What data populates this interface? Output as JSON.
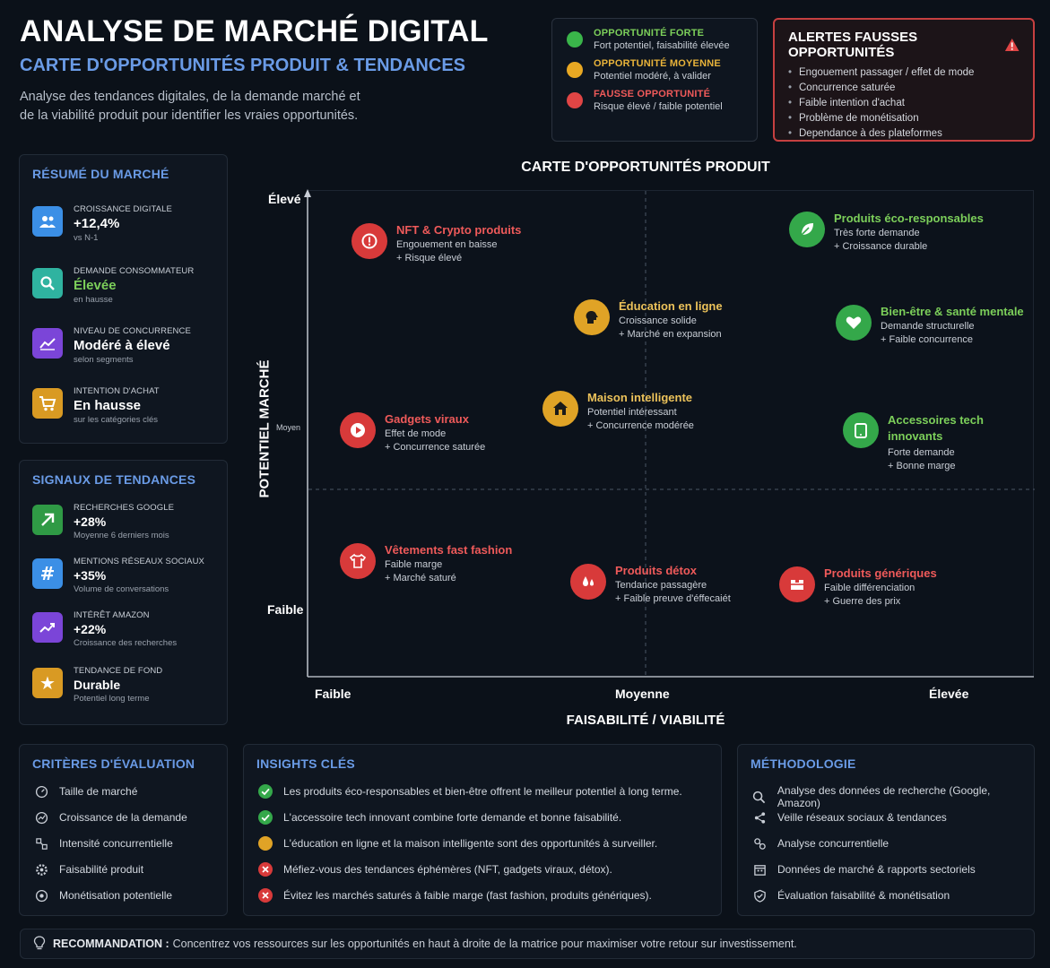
{
  "header": {
    "title": "ANALYSE DE MARCHÉ DIGITAL",
    "subtitle": "CARTE D'OPPORTUNITÉS PRODUIT & TENDANCES",
    "intro_line1": "Analyse des tendances digitales, de la demande marché et",
    "intro_line2": "de la viabilité produit pour identifier les vraies opportunités."
  },
  "legend": [
    {
      "label": "OPPORTUNITÉ FORTE",
      "desc": "Fort potentiel, faisabilité élevée",
      "color": "#3ab54a"
    },
    {
      "label": "OPPORTUNITÉ MOYENNE",
      "desc": "Potentiel modéré, à valider",
      "color": "#e8a823"
    },
    {
      "label": "FAUSSE OPPORTUNITÉ",
      "desc": "Risque élevé / faible potentiel",
      "color": "#e04545"
    }
  ],
  "alerts": {
    "title": "ALERTES FAUSSES OPPORTUNITÉS",
    "items": [
      "Engouement passager / effet de mode",
      "Concurrence saturée",
      "Faible intention d'achat",
      "Problème de monétisation",
      "Dependance à des plateformes"
    ]
  },
  "market_summary": {
    "title": "RÉSUMÉ DU MARCHÉ",
    "items": [
      {
        "label": "CROISSANCE DIGITALE",
        "value": "+12,4%",
        "note": "vs N-1",
        "icon": "users-icon",
        "color": "#3b8fe6"
      },
      {
        "label": "DEMANDE CONSOMMATEUR",
        "value": "Élevée",
        "note": "en hausse",
        "icon": "search-icon",
        "color": "#2fb3a0"
      },
      {
        "label": "NIVEAU DE CONCURRENCE",
        "value": "Modéré à élevé",
        "note": "selon segments",
        "icon": "chart-line-icon",
        "color": "#7b45d8"
      },
      {
        "label": "INTENTION D'ACHAT",
        "value": "En hausse",
        "note": "sur les catégories clés",
        "icon": "cart-icon",
        "color": "#d99a23"
      }
    ]
  },
  "trend_signals": {
    "title": "SIGNAUX DE TENDANCES",
    "items": [
      {
        "label": "RECHERCHES GOOGLE",
        "value": "+28%",
        "note": "Moyenne 6 derniers mois",
        "icon": "arrow-up-right-icon",
        "color": "#2f9a45"
      },
      {
        "label": "MENTIONS RÉSEAUX SOCIAUX",
        "value": "+35%",
        "note": "Volume de conversations",
        "icon": "hashtag-icon",
        "color": "#3b8fe6"
      },
      {
        "label": "INTÉRÊT AMAZON",
        "value": "+22%",
        "note": "Croissance des recherches",
        "icon": "trend-up-icon",
        "color": "#7b45d8"
      },
      {
        "label": "TENDANCE DE FOND",
        "value": "Durable",
        "note": "Potentiel long terme",
        "icon": "star-icon",
        "color": "#d99a23"
      }
    ]
  },
  "matrix": {
    "title": "CARTE D'OPPORTUNITÉS PRODUIT",
    "y_axis_label": "POTENTIEL MARCHÉ",
    "x_axis_label": "FAISABILITÉ / VIABILITÉ",
    "y_ticks": {
      "high": "Élevé",
      "mid": "Moyen",
      "low": "Faible"
    },
    "x_ticks": {
      "low": "Faible",
      "mid": "Moyenne",
      "high": "Élevée"
    }
  },
  "opportunities": [
    {
      "name": "NFT & Crypto produits",
      "d1": "Engouement en baisse",
      "d2": "+ Risque élevé",
      "status": "fausse",
      "icon": "alert-circle-icon"
    },
    {
      "name": "Produits éco-responsables",
      "d1": "Très forte demande",
      "d2": "+ Croissance durable",
      "status": "forte",
      "icon": "leaf-icon"
    },
    {
      "name": "Éducation en ligne",
      "d1": "Croissance solide",
      "d2": "+ Marché en expansion",
      "status": "moyenne",
      "icon": "brain-head-icon"
    },
    {
      "name": "Bien-être & santé mentale",
      "d1": "Demande structurelle",
      "d2": "+ Faible concurrence",
      "status": "forte",
      "icon": "heart-icon"
    },
    {
      "name": "Gadgets viraux",
      "d1": "Effet de mode",
      "d2": "+ Concurrence saturée",
      "status": "fausse",
      "icon": "play-icon"
    },
    {
      "name": "Maison intelligente",
      "d1": "Potentiel intéressant",
      "d2": "+ Concurrence modérée",
      "status": "moyenne",
      "icon": "home-icon"
    },
    {
      "name": "Accessoires tech innovants",
      "d1": "Forte demande",
      "d2": "+ Bonne marge",
      "status": "forte",
      "icon": "tablet-icon"
    },
    {
      "name": "Vêtements fast fashion",
      "d1": "Faible marge",
      "d2": "+ Marché saturé",
      "status": "fausse",
      "icon": "shirt-icon"
    },
    {
      "name": "Produits détox",
      "d1": "Tendance passagère",
      "d2": "+ Faible preuve d'éffecaiét",
      "status": "fausse",
      "icon": "drops-icon"
    },
    {
      "name": "Produits génériques",
      "d1": "Faible différenciation",
      "d2": "+ Guerre des prix",
      "status": "fausse",
      "icon": "box-icon"
    }
  ],
  "criteria": {
    "title": "CRITÈRES D'ÉVALUATION",
    "items": [
      "Taille de marché",
      "Croissance de la demande",
      "Intensité concurrentielle",
      "Faisabilité produit",
      "Monétisation potentielle"
    ]
  },
  "insights": {
    "title": "INSIGHTS CLÉS",
    "items": [
      {
        "text": "Les produits éco-responsables et bien-être offrent le meilleur potentiel à long terme.",
        "status": "check"
      },
      {
        "text": "L'accessoire tech innovant combine forte demande et bonne faisabilité.",
        "status": "check"
      },
      {
        "text": "L'éducation en ligne et la maison intelligente sont des opportunités à surveiller.",
        "status": "watch"
      },
      {
        "text": "Méfiez-vous des tendances éphémères (NFT, gadgets viraux, détox).",
        "status": "cross"
      },
      {
        "text": "Évitez les marchés saturés à faible marge (fast fashion, produits génériques).",
        "status": "cross"
      }
    ]
  },
  "methodology": {
    "title": "MÉTHODOLOGIE",
    "items": [
      "Analyse des données de recherche (Google, Amazon)",
      "Veille réseaux sociaux & tendances",
      "Analyse concurrentielle",
      "Données de marché & rapports sectoriels",
      "Évaluation faisabilité & monétisation"
    ]
  },
  "recommendation": {
    "label": "RECOMMANDATION :",
    "text": "Concentrez vos ressources sur les opportunités en haut à droite de la matrice pour maximiser votre retour sur investissement."
  },
  "colors": {
    "forte": "#3ab54a",
    "moyenne": "#e8a823",
    "fausse": "#e04545",
    "accent": "#6a9be6"
  }
}
